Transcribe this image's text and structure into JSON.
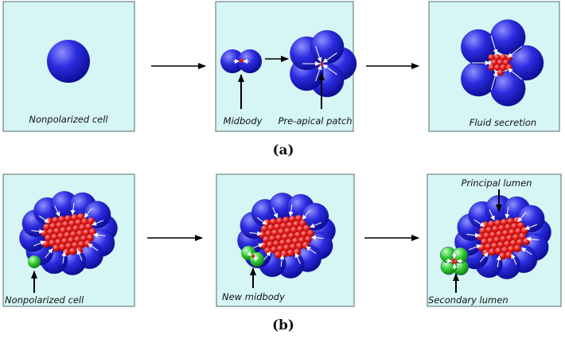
{
  "figure": {
    "row_a": {
      "caption": "(a)",
      "panels": [
        {
          "labels": [
            "Nonpolarized cell"
          ]
        },
        {
          "labels": [
            "Midbody",
            "Pre-apical patch"
          ]
        },
        {
          "labels": [
            "Fluid secretion"
          ]
        }
      ]
    },
    "row_b": {
      "caption": "(b)",
      "panels": [
        {
          "labels": [
            "Nonpolarized cell"
          ]
        },
        {
          "labels": [
            "New midbody"
          ]
        },
        {
          "labels": [
            "Principal lumen",
            "Secondary lumen"
          ]
        }
      ]
    }
  },
  "colors": {
    "panel_bg": "#d6f5f5",
    "cell_blue": "#2a2ad8",
    "lumen_red": "#e01a1a",
    "new_cell_green": "#33cc33",
    "arrow": "#000000"
  }
}
